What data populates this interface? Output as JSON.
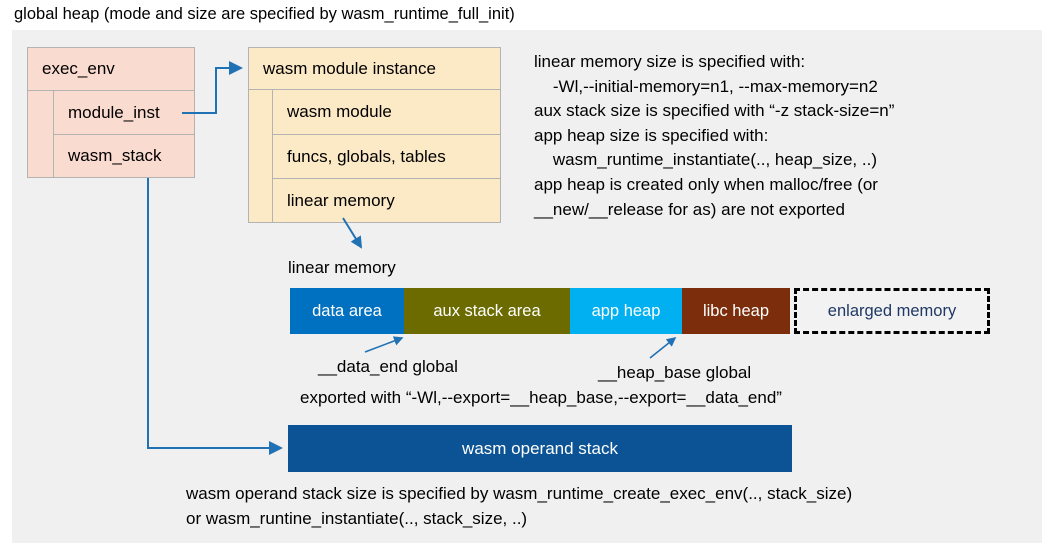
{
  "title": "global heap (mode and size are specified by wasm_runtime_full_init)",
  "colors": {
    "backdrop": "#f0f0f0",
    "exec_env_fill": "#fadbd0",
    "module_instance_fill": "#fce9c6",
    "data_area": "#0070c0",
    "aux_stack_area": "#6b6b00",
    "app_heap": "#00b0f0",
    "libc_heap": "#7b2d0c",
    "enlarged_memory_fill": "#f2f2f2",
    "enlarged_memory_text": "#1f3864",
    "operand_stack": "#0b5394",
    "connector": "#2171b5"
  },
  "exec_env": {
    "header": "exec_env",
    "fields": [
      {
        "label": "module_inst"
      },
      {
        "label": "wasm_stack"
      }
    ]
  },
  "module_instance": {
    "header": "wasm module instance",
    "fields": [
      {
        "label": "wasm module"
      },
      {
        "label": "funcs, globals, tables"
      },
      {
        "label": "linear memory"
      }
    ]
  },
  "notes": {
    "right": "linear memory size is specified with:\n    -Wl,--initial-memory=n1, --max-memory=n2\naux stack size is specified with “-z stack-size=n”\napp heap size is specified with:\n    wasm_runtime_instantiate(.., heap_size, ..)\napp heap is created only when malloc/free (or\n__new/__release for as) are not exported",
    "bottom": "wasm operand stack size is specified by wasm_runtime_create_exec_env(.., stack_size)\nor wasm_runtine_instantiate(.., stack_size, ..)"
  },
  "linear_memory": {
    "label": "linear memory",
    "segments": [
      {
        "label": "data area",
        "color": "#0070c0",
        "width": 114,
        "style": "solid"
      },
      {
        "label": "aux stack area",
        "color": "#6b6b00",
        "width": 166,
        "style": "solid"
      },
      {
        "label": "app heap",
        "color": "#00b0f0",
        "width": 112,
        "style": "solid"
      },
      {
        "label": "libc heap",
        "color": "#7b2d0c",
        "width": 108,
        "style": "solid"
      },
      {
        "label": "enlarged memory",
        "color": "#f2f2f2",
        "width": 196,
        "style": "dashed"
      }
    ]
  },
  "annotations": {
    "data_end": "__data_end global",
    "heap_base": "__heap_base global",
    "exported": "exported with “-Wl,--export=__heap_base,--export=__data_end”"
  },
  "operand_stack": {
    "label": "wasm operand stack"
  }
}
